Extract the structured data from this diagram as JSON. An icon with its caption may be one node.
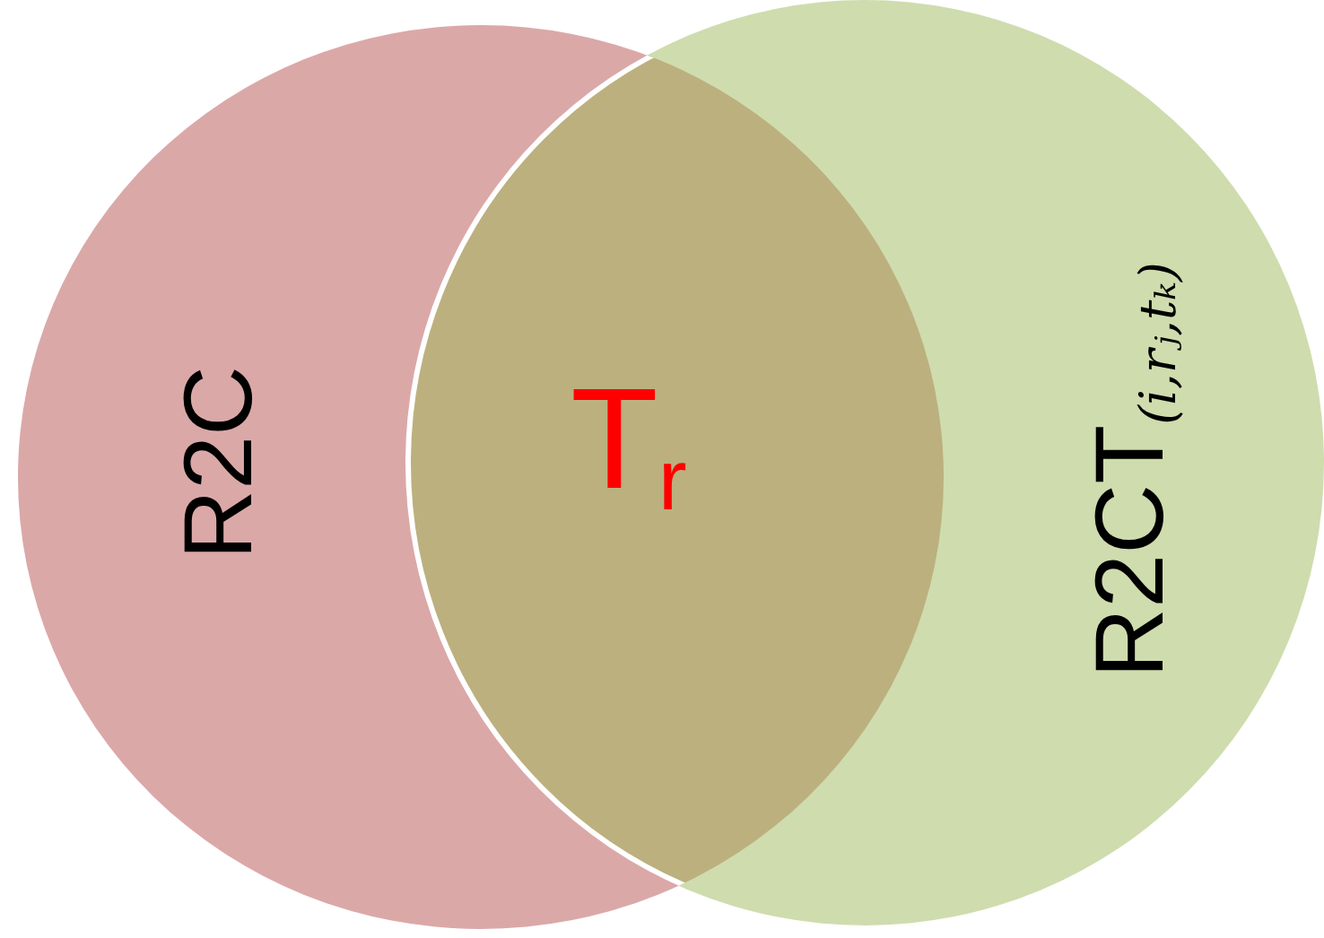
{
  "diagram": {
    "nodes": [
      {
        "text": [
          "R2C"
        ]
      },
      {
        "text": [
          "R2CT$_{(i,rⱼ,tₖ)}$"
        ]
      }
    ],
    "labels": [
      "T$_{r}$"
    ]
  }
}
